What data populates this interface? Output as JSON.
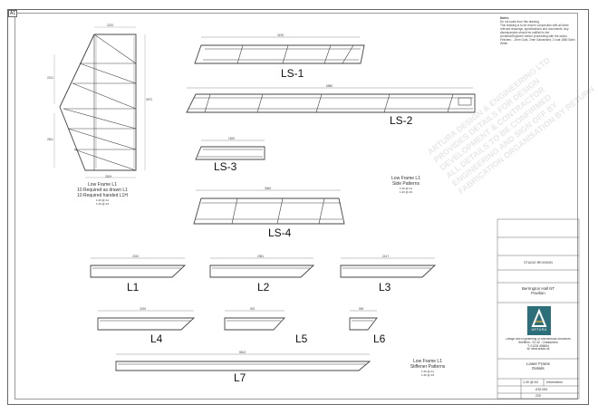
{
  "sheet": {
    "size": "A1"
  },
  "revision_notes": {
    "title": "Notes:",
    "lines": [
      "Do not scale from this drawing.",
      "This drawing is to be read in conjunction with all other",
      "relevant drawings, specifications and documents. Any",
      "discrepancies should be notified to the",
      "Architect/Engineer before proceeding with the works.",
      "",
      "Finishes: - 2mm Gold, 2mm Galvanised, 2 coat 1880 Satin White"
    ]
  },
  "parts": {
    "ls1": {
      "label": "LS-1",
      "dim": "3190"
    },
    "ls2": {
      "label": "LS-2",
      "dim": "6580"
    },
    "ls3": {
      "label": "LS-3",
      "dim": "1520"
    },
    "ls4": {
      "label": "LS-4",
      "dim": "3460"
    },
    "l1": {
      "label": "L1",
      "dim": "2310"
    },
    "l2": {
      "label": "L2",
      "dim": "2381"
    },
    "l3": {
      "label": "L3",
      "dim": "2417"
    },
    "l4": {
      "label": "L4",
      "dim": "2190"
    },
    "l5": {
      "label": "L5",
      "dim": "922"
    },
    "l6": {
      "label": "L6",
      "dim": "590"
    },
    "l7": {
      "label": "L7",
      "dim": "5813"
    }
  },
  "frame_dims": {
    "top": "2220",
    "right": "3972",
    "left_upper": "2211",
    "left_lower": "2811",
    "bottom": "2819"
  },
  "captions": {
    "low_frame": [
      "Low Frame L1",
      "10 Required as drawn L1",
      "10 Required handed L1H",
      "1:20 @ A1",
      "1:40 @ A3"
    ],
    "side_patterns": [
      "Low Frame L1",
      "Side Patterns",
      "1:20 @ A1",
      "1:40 @ A3"
    ],
    "stiffener_patterns": [
      "Low Frame L1",
      "Stiffener Patterns",
      "1:20 @ A1",
      "1:40 @ A3"
    ]
  },
  "watermark": [
    "ARTURA DESIGN & ENGINEERING LTD",
    "PROVIDES DETAILS FOR DESIGN",
    "DEVELOPMENT & CONTRACTOR",
    "ALL DETAILS TO BE CONFIRMED",
    "ENGINEERING AND SIGN OFF BY",
    "FABRICATION ORGANISATION BY RETURN"
  ],
  "title_block": {
    "status": "STUDIO REVISION",
    "project": [
      "Berrington Hall NT",
      "Pavilion"
    ],
    "company_logo_text": "ARTURA",
    "company_lines": [
      "Design and Engineering of Architectural Structures",
      "Sheffield - S1 4Z - Cheadchem",
      "T: 01234 456654",
      "W: www.artura.uk"
    ],
    "drawing_title": [
      "Lower Frame",
      "Details"
    ],
    "scale": "1:40 @ A3",
    "status_label": "Information",
    "drawing_no": "ATA 054",
    "revision": "220"
  },
  "colors": {
    "logo_bg": "#2c6e79",
    "logo_accent": "#c8a23c",
    "line": "#444444"
  }
}
